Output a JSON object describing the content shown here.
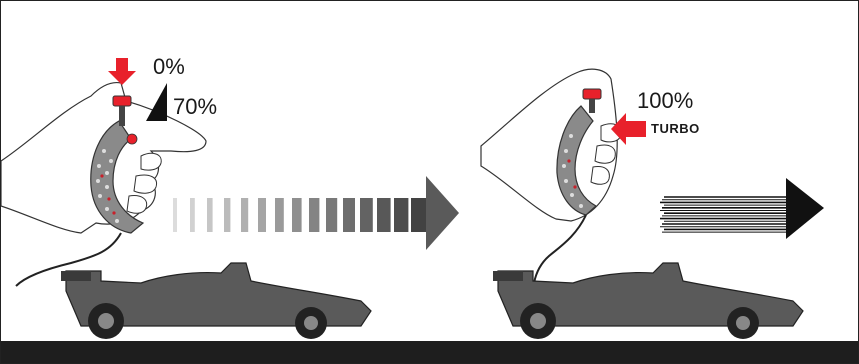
{
  "panel_left": {
    "throttle_min_label": "0%",
    "throttle_partial_label": "70%",
    "indicator_color": "#e8212b",
    "speed_arrow_style": "fading-dashes"
  },
  "panel_right": {
    "throttle_full_label": "100%",
    "turbo_label": "TURBO",
    "indicator_color": "#e8212b",
    "speed_arrow_style": "speed-lines"
  },
  "colors": {
    "controller_body": "#8a8a8a",
    "car_body": "#5a5a5a",
    "ground": "#1e1e1e",
    "accent_red": "#e8212b"
  }
}
